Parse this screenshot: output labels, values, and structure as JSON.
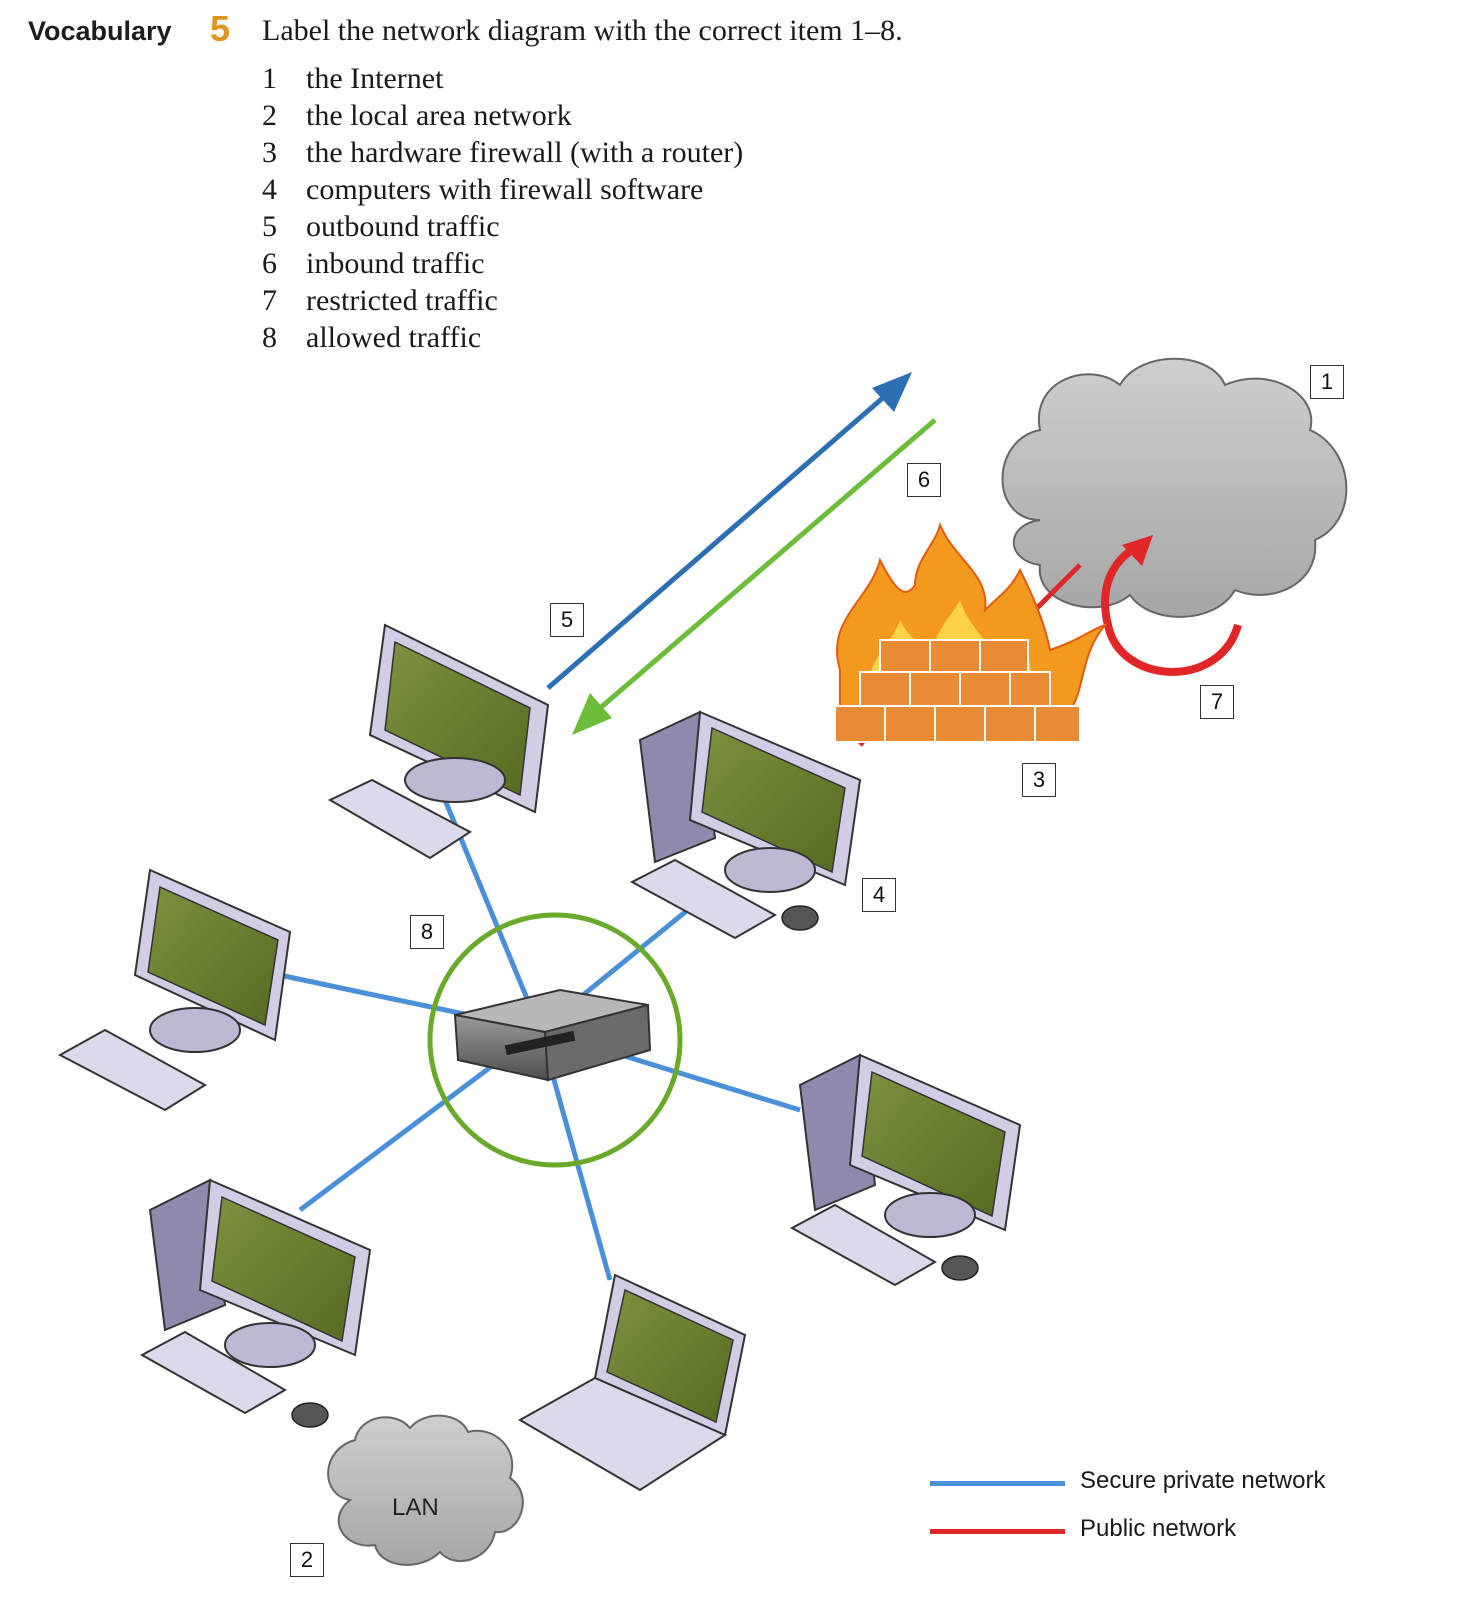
{
  "exercise": {
    "section": "Vocabulary",
    "number": "5",
    "instruction": "Label the network diagram with the correct item 1–8.",
    "items": [
      {
        "n": "1",
        "text": "the Internet"
      },
      {
        "n": "2",
        "text": "the local area network"
      },
      {
        "n": "3",
        "text": "the hardware firewall (with a router)"
      },
      {
        "n": "4",
        "text": "computers with firewall software"
      },
      {
        "n": "5",
        "text": "outbound traffic"
      },
      {
        "n": "6",
        "text": "inbound traffic"
      },
      {
        "n": "7",
        "text": "restricted traffic"
      },
      {
        "n": "8",
        "text": "allowed traffic"
      }
    ]
  },
  "diagram": {
    "labels": {
      "internet": "1",
      "lan": "2",
      "firewall": "3",
      "pc_with_firewall": "4",
      "outbound": "5",
      "inbound": "6",
      "restricted": "7",
      "allowed": "8"
    },
    "lan_cloud_text": "LAN",
    "legend": [
      {
        "label": "Secure private network",
        "color": "#4a90d9"
      },
      {
        "label": "Public network",
        "color": "#e02626"
      }
    ],
    "colors": {
      "outbound_arrow": "#2c6fb5",
      "inbound_arrow": "#6bbd3a",
      "allowed_circle": "#6aaa2a",
      "restricted_arrow": "#e02626",
      "brick": "#e98b35",
      "flame": "#f39a1e"
    }
  }
}
